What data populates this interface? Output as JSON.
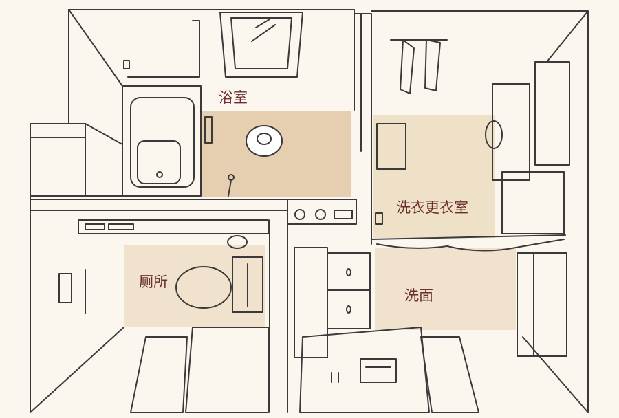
{
  "floorplan": {
    "rooms": [
      {
        "key": "bathroom",
        "label": "浴室"
      },
      {
        "key": "laundry_dressing",
        "label": "洗衣更衣室"
      },
      {
        "key": "toilet",
        "label": "厕所"
      },
      {
        "key": "washroom",
        "label": "洗面"
      }
    ]
  },
  "palette": {
    "background": "#fbf7ef",
    "floor_tint": "#ecdcc2",
    "bath_tint": "#e6cfb0",
    "line": "#3a3a3a"
  }
}
